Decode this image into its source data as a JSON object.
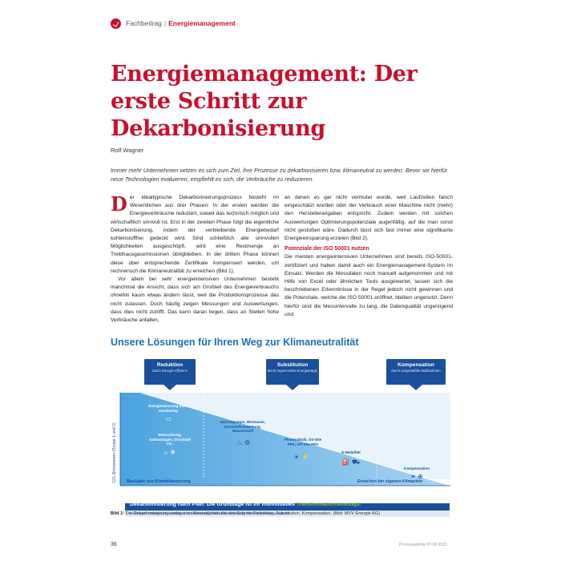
{
  "header": {
    "category": "Fachbeitrag",
    "separator": "|",
    "topic": "Energiemanagement"
  },
  "article": {
    "title": "Energiemanagement: Der erste Schritt zur Dekarbonisierung",
    "author": "Rolf Wagner",
    "lead": "Immer mehr Unternehmen setzen es sich zum Ziel, ihre Prozesse zu dekarbonisieren bzw. klimaneutral zu werden. Bevor sie hierfür neue Technologien evaluieren, empfiehlt es sich, die Verbräuche zu reduzieren.",
    "dropcap": "D",
    "p1": "er idealtypische Dekarbonisierungsprozess besteht im Wesentlichen aus drei Phasen: In der ersten werden die Energieverbräuche reduziert, soweit das technisch möglich und wirtschaftlich sinnvoll ist. Erst in der zweiten Phase folgt die eigentliche Dekarbonisierung, indem der verbleibende Energiebedarf kohlenstofffrei gedeckt wird. Sind schließlich alle sinnvollen Möglichkeiten ausgeschöpft, wird eine Restmenge an Treibhausgasemissionen übrigbleiben. In der dritten Phase können diese über entsprechende Zertifikate kompensiert werden, um rechnerisch die Klimaneutralität zu erreichen (Bild 1).",
    "p2": "Vor allem bei sehr energieintensiven Unternehmen besteht manchmal die Ansicht, dass sich am Großteil des Energieverbrauchs ohnehin kaum etwas ändern lässt, weil die Produktionsprozesse das nicht zulassen. Doch häufig zeigen Messungen und Auswertungen, dass dies nicht zutrifft. Das kann daran liegen, dass an Stellen hohe Verbräuche anfallen,",
    "p3": "an denen es gar nicht vermutet wurde, weil Laufzeiten falsch eingeschätzt wurden oder der Verbrauch einer Maschine nicht (mehr) den Herstellerangaben entspricht. Zudem werden mit solchen Auswertungen Optimierungspotenziale augenfällig, auf die man sonst nicht gestoßen wäre. Dadurch lässt sich fast immer eine signifikante Energieeinsparung erzielen (Bild 2).",
    "subhead": "Potenziale der ISO 50001 nutzen",
    "p4": "Die meisten energieintensiven Unternehmen sind bereits ISO-50001-zertifiziert und haben damit auch ein Energiemanagement-System im Einsatz. Werden die Messdaten noch manuell aufgenommen und mit Hilfe von Excel oder ähnlichen Tools ausgewertet, lassen sich die beschriebenen Erkenntnisse in der Regel jedoch nicht gewinnen und die Potenziale, welche die ISO 50001 eröffnet, bleiben ungenutzt. Denn hierfür sind die Messintervalle zu lang, die Datenqualität ungenügend und"
  },
  "figure": {
    "title": "Unsere Lösungen für Ihren Weg zur Klimaneutralität",
    "y_axis": "CO₂-Emissionen (Scope 1 und 2)",
    "phases": [
      {
        "title": "Reduktion",
        "sub": "durch Energie-effizienz"
      },
      {
        "title": "Substitution",
        "sub": "durch regenerative Energieträger"
      },
      {
        "title": "Kompensation",
        "sub": "durch ausgewählte Maßnahmen"
      }
    ],
    "items": {
      "energiemessung": "Energiemessung und -monitoring",
      "beleuchtung": "Beleuchtung, Kälteanlagen, Druckluft etc.",
      "waermepumpe": "Wärmepumpe, Biomasse, Reststoffverwertung, Wasserstoff",
      "photovoltaik": "Photovoltaik, On-Site PPA, Off-Site PPA",
      "emobilitaet": "E-Mobilität",
      "kompensation": "Kompensation"
    },
    "baseline_left": "Basisjahr aus Klimabilanzierung",
    "baseline_right": "Erreichen der eigenen Klimaziele",
    "banner_main": "Dekarbonisierung nach Plan: Die Grundlage ist Ihr individuelles ",
    "banner_highlight": "Transformationskonzept.",
    "banner_sub": "Leistungen: Strategische Beratung, CO₂-Bilanzierung, Maßnahmenermittlung, Fördermittelmanagement etc.",
    "colors": {
      "primary": "#1b4f9c",
      "accent": "#c8102e",
      "highlight": "#8dc63f"
    }
  },
  "caption": {
    "label": "Bild 1:",
    "text": " Die Dekarbonisierung umfasst im Wesentlichen die drei Schritte Reduktion, Substitution, Kompensation. (Bild: MVV Energie AG)"
  },
  "footer": {
    "page": "36",
    "right": "Prozesswärme 07-08 2023"
  }
}
